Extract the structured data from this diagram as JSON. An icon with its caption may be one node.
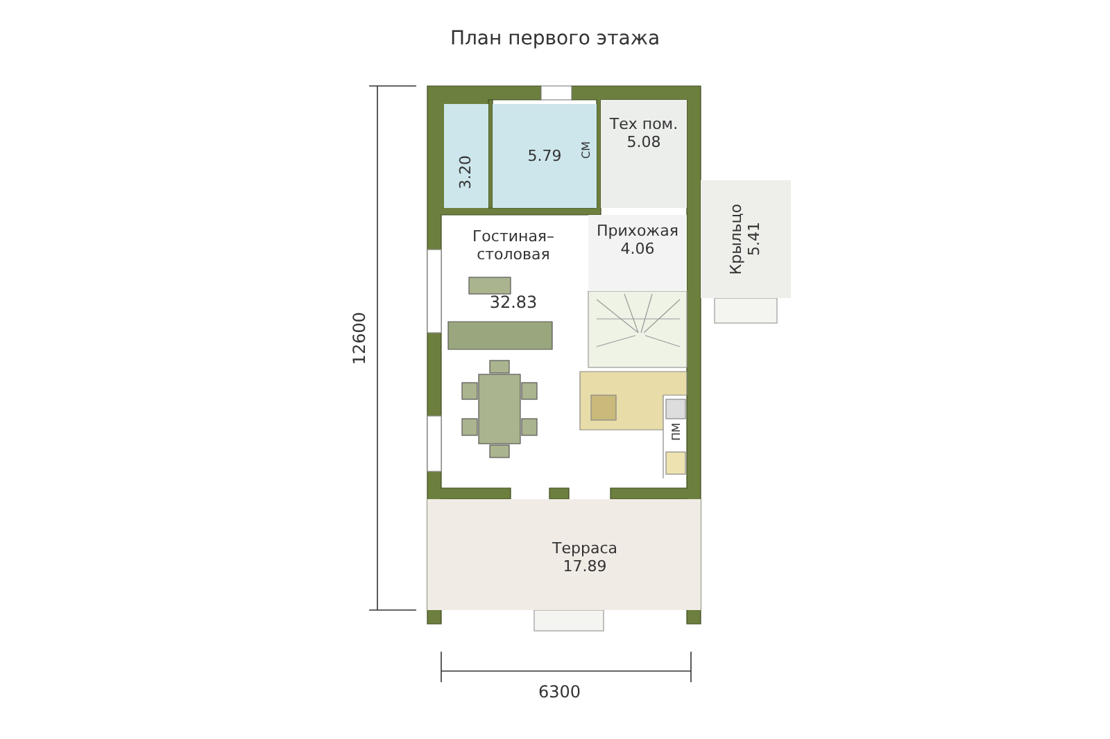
{
  "diagram": {
    "title": "План первого этажа",
    "nodes": [
      {
        "text": [
          "3.20"
        ]
      },
      {
        "text": [
          "5.79"
        ]
      },
      {
        "text": [
          "Тех пом.",
          "5.08"
        ]
      },
      {
        "text": [
          "Гостиная–столовая",
          "32.83"
        ]
      },
      {
        "text": [
          "Прихожая",
          "4.06"
        ]
      },
      {
        "text": [
          "Крыльцо",
          "5.41"
        ]
      },
      {
        "text": [
          "Терраса",
          "17.89"
        ]
      }
    ],
    "labels": [
      "СМ",
      "ПМ",
      "12600",
      "6300"
    ]
  }
}
